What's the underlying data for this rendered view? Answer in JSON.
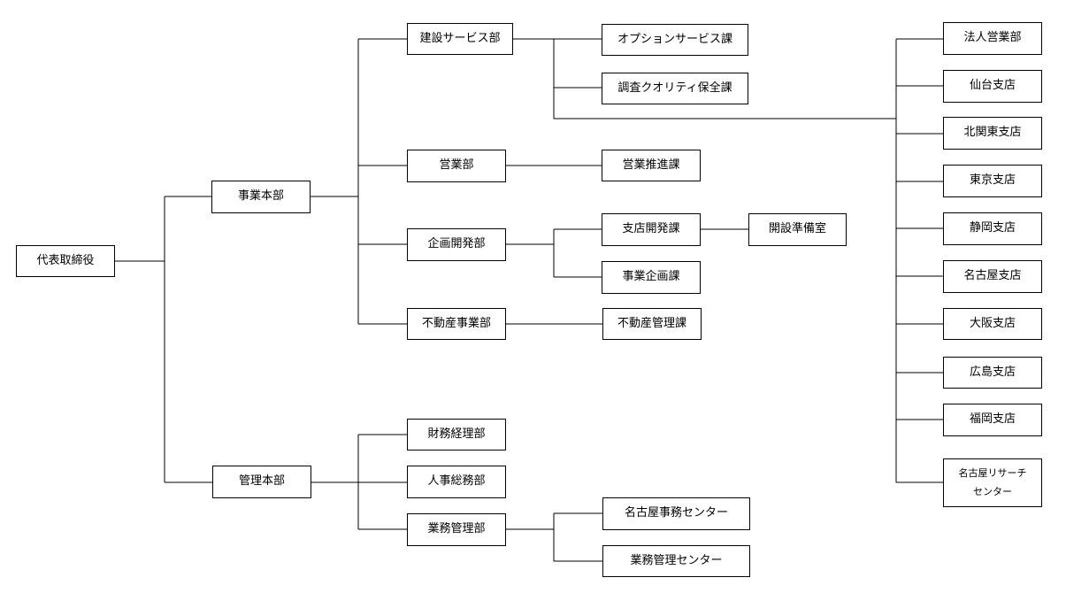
{
  "org_chart": {
    "ceo": "代表取締役",
    "divisions": {
      "business": "事業本部",
      "admin": "管理本部"
    },
    "departments": {
      "construction": "建設サービス部",
      "sales": "営業部",
      "planning": "企画開発部",
      "realestate": "不動産事業部",
      "finance": "財務経理部",
      "hr": "人事総務部",
      "operations": "業務管理部"
    },
    "sections": {
      "option_service": "オプションサービス課",
      "quality_survey": "調査クオリティ保全課",
      "sales_promotion": "営業推進課",
      "branch_development": "支店開発課",
      "opening_prep": "開設準備室",
      "business_planning": "事業企画課",
      "property_management": "不動産管理課",
      "nagoya_office_center": "名古屋事務センター",
      "operations_center": "業務管理センター"
    },
    "offices": {
      "corporate_sales": "法人営業部",
      "sendai": "仙台支店",
      "kitakanto": "北関東支店",
      "tokyo": "東京支店",
      "shizuoka": "静岡支店",
      "nagoya": "名古屋支店",
      "osaka": "大阪支店",
      "hiroshima": "広島支店",
      "fukuoka": "福岡支店",
      "nagoya_research_line1": "名古屋リサーチ",
      "nagoya_research_line2": "センター"
    }
  }
}
